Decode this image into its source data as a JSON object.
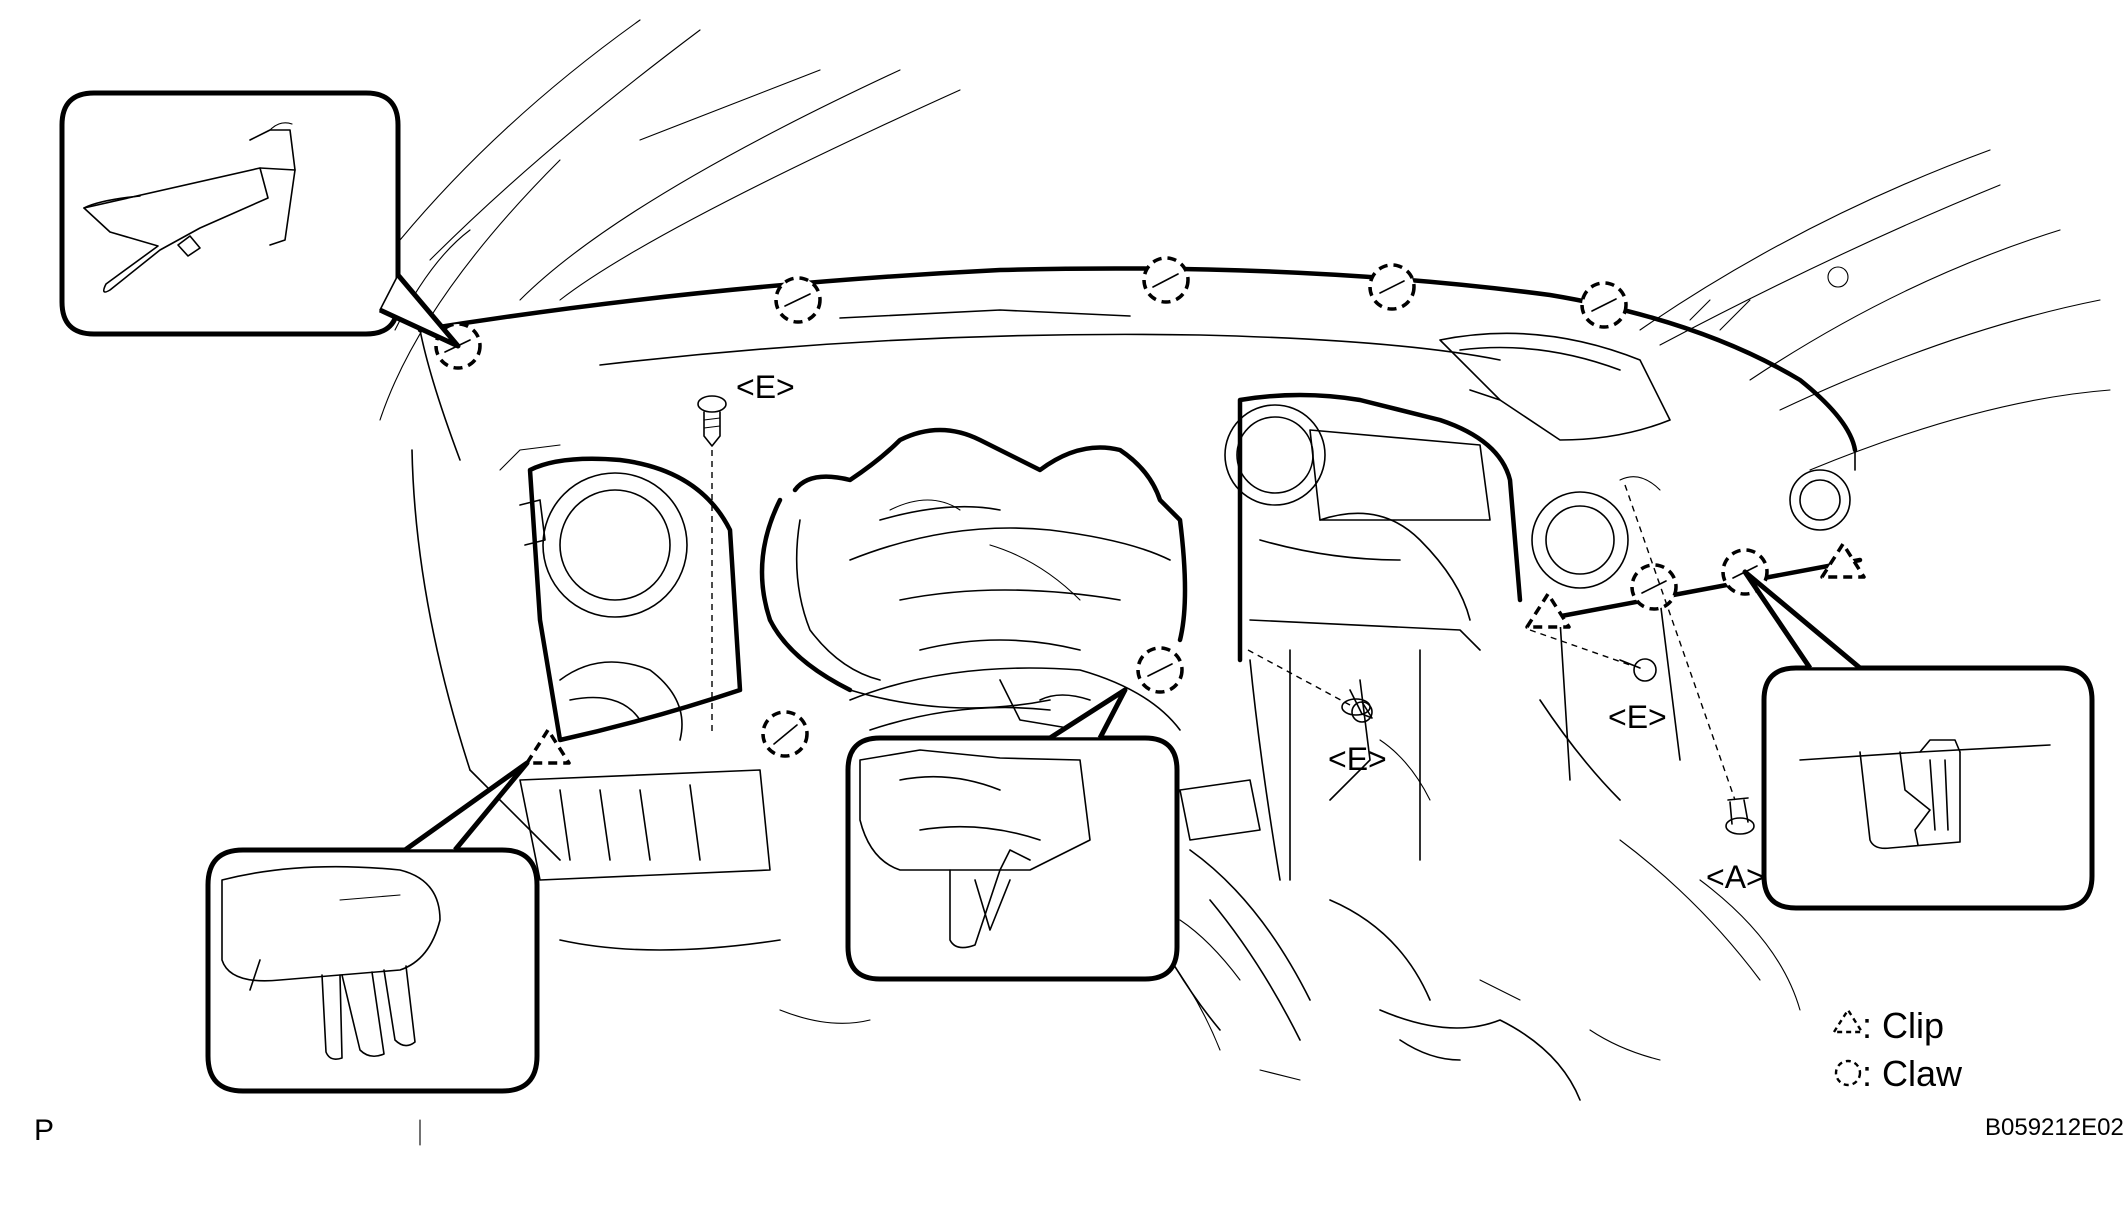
{
  "labels": {
    "fastener_e": "<E>",
    "fastener_a": "<A>"
  },
  "legend": {
    "clip_label": ": Clip",
    "claw_label": ": Claw"
  },
  "footer": {
    "page_marker": "P",
    "figure_code": "B059212E02"
  },
  "icons": {
    "clip_symbol": "dashed-triangle",
    "claw_symbol": "dashed-circle",
    "fastener_symbol": "screw-icon"
  }
}
